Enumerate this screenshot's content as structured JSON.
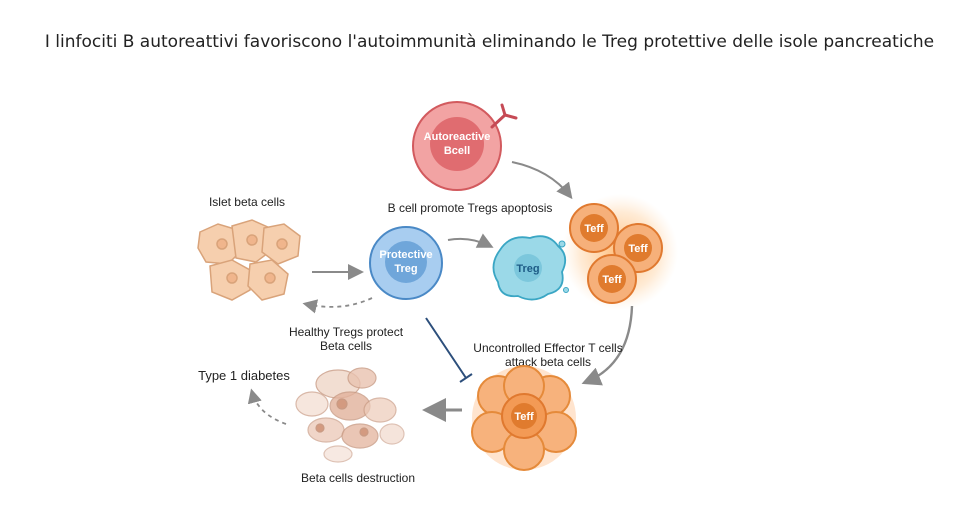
{
  "title": "I linfociti B autoreattivi favoriscono l'autoimmunità eliminando le Treg protettive delle isole pancreatiche",
  "nodes": {
    "bcell_line1": "Autoreactive",
    "bcell_line2": "Bcell",
    "protective_line1": "Protective",
    "protective_line2": "Treg",
    "treg": "Treg",
    "teff1": "Teff",
    "teff2": "Teff",
    "teff3": "Teff",
    "teff_cluster": "Teff"
  },
  "labels": {
    "islet": "Islet beta cells",
    "b_promote": "B cell promote Tregs apoptosis",
    "healthy_1": "Healthy Tregs protect",
    "healthy_2": "Beta cells",
    "uncontrolled_1": "Uncontrolled Effector T cells",
    "uncontrolled_2": "attack beta cells",
    "t1d": "Type 1 diabetes",
    "destruction": "Beta cells destruction"
  },
  "colors": {
    "bcell": "#e9797b",
    "protective": "#7fb3e0",
    "treg": "#8fd3e3",
    "teff": "#ec8a3a",
    "islet": "#f6cfae",
    "arrow": "#8a8a8a",
    "inhibit": "#2d4f7c"
  }
}
